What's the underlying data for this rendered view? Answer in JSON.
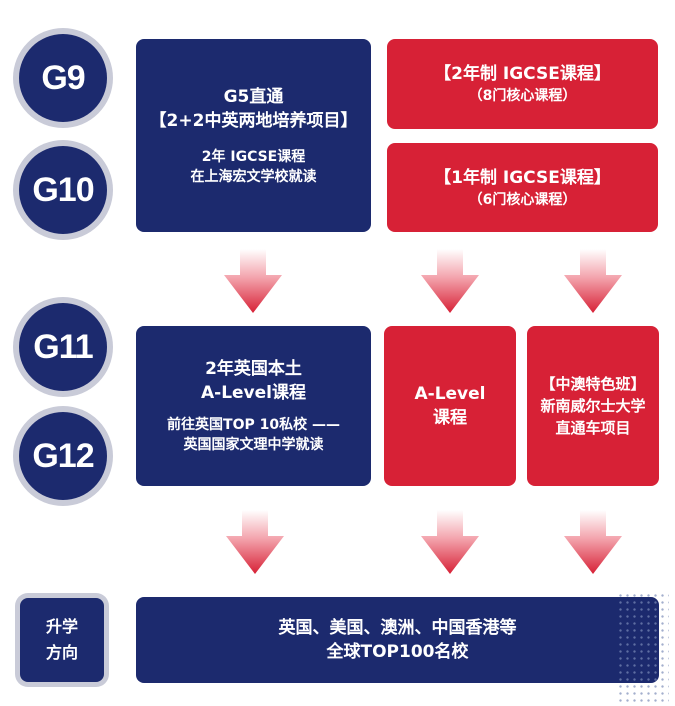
{
  "grades": [
    "G9",
    "G10",
    "G11",
    "G12"
  ],
  "top_left": {
    "line1": "G5直通",
    "line2": "【2+2中英两地培养项目】",
    "line3": "2年 IGCSE课程",
    "line4": "在上海宏文学校就读"
  },
  "top_right_1": {
    "line1": "【2年制 IGCSE课程】",
    "line2": "（8门核心课程）"
  },
  "top_right_2": {
    "line1": "【1年制 IGCSE课程】",
    "line2": "（6门核心课程）"
  },
  "mid_left": {
    "line1": "2年英国本土",
    "line2": "A-Level课程",
    "line3": "前往英国TOP 10私校 ——",
    "line4": "英国国家文理中学就读"
  },
  "mid_center": {
    "line1": "A-Level",
    "line2": "课程"
  },
  "mid_right": {
    "line1": "【中澳特色班】",
    "line2": "新南威尔士大学",
    "line3": "直通车项目"
  },
  "path_label": {
    "line1": "升学",
    "line2": "方向"
  },
  "bottom": {
    "line1": "英国、美国、澳洲、中国香港等",
    "line2": "全球TOP100名校"
  },
  "colors": {
    "navy": "#1c2a6e",
    "red": "#d72136",
    "ring": "#c9cbd8"
  }
}
